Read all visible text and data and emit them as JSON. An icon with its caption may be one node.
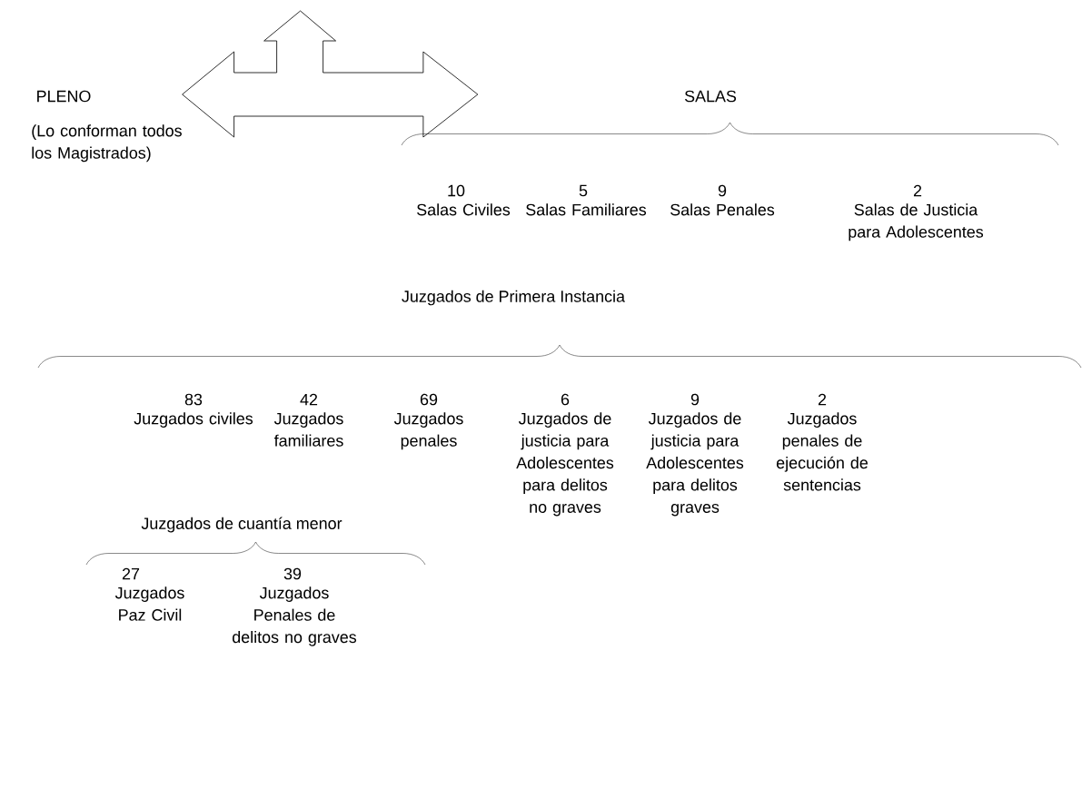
{
  "diagram": {
    "nodes": [
      {
        "text": [
          "PLENO"
        ],
        "beside": [
          "(Lo conforman todos los Magistrados)"
        ]
      },
      {
        "text": [
          "SALAS"
        ]
      }
    ],
    "edges": [
      {
        "from": 0,
        "to": 1,
        "arrow": "both"
      }
    ],
    "labels": [
      "10",
      "Salas Civiles",
      "5",
      "Salas Familiares",
      "9",
      "Salas Penales",
      "2",
      "Salas de Justicia para Adolescentes",
      "Juzgados de Primera Instancia",
      "83",
      "Juzgados civiles",
      "42",
      "Juzgados familiares",
      "69",
      "Juzgados penales",
      "6",
      "Juzgados de justicia para Adolescentes para delitos no graves",
      "9",
      "Juzgados de justicia para Adolescentes para delitos graves",
      "2",
      "Juzgados penales de ejecución de sentencias",
      "Juzgados de cuantía menor",
      "27",
      "Juzgados Paz Civil",
      "39",
      "Juzgados Penales de delitos no graves"
    ]
  }
}
